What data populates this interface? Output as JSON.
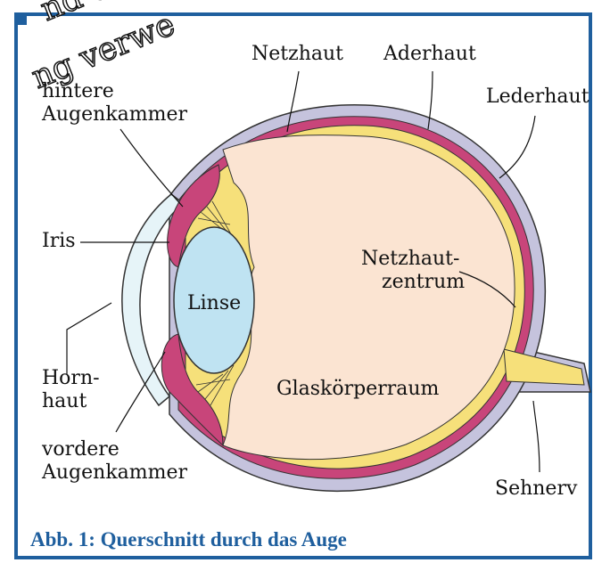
{
  "watermark": {
    "line1": "nd da",
    "line2": "ng verwe"
  },
  "labels": {
    "netzhaut": "Netzhaut",
    "aderhaut": "Aderhaut",
    "lederhaut": "Lederhaut",
    "hintere_line1": "hintere",
    "hintere_line2": "Augenkammer",
    "iris": "Iris",
    "linse": "Linse",
    "netzhautzentrum_line1": "Netzhaut-",
    "netzhautzentrum_line2": "zentrum",
    "hornhaut_line1": "Horn-",
    "hornhaut_line2": "haut",
    "glaskoerperraum": "Glaskörperraum",
    "vordere_line1": "vordere",
    "vordere_line2": "Augenkammer",
    "sehnerv": "Sehnerv"
  },
  "caption": "Abb. 1: Querschnitt durch das Auge",
  "colors": {
    "frame": "#1f5f9e",
    "sclera": "#c5c3dd",
    "choroid": "#c8457a",
    "retina": "#f6e07a",
    "vitreous": "#fbe4d2",
    "lens": "#bfe3f2",
    "cornea": "#e6f4f8"
  }
}
